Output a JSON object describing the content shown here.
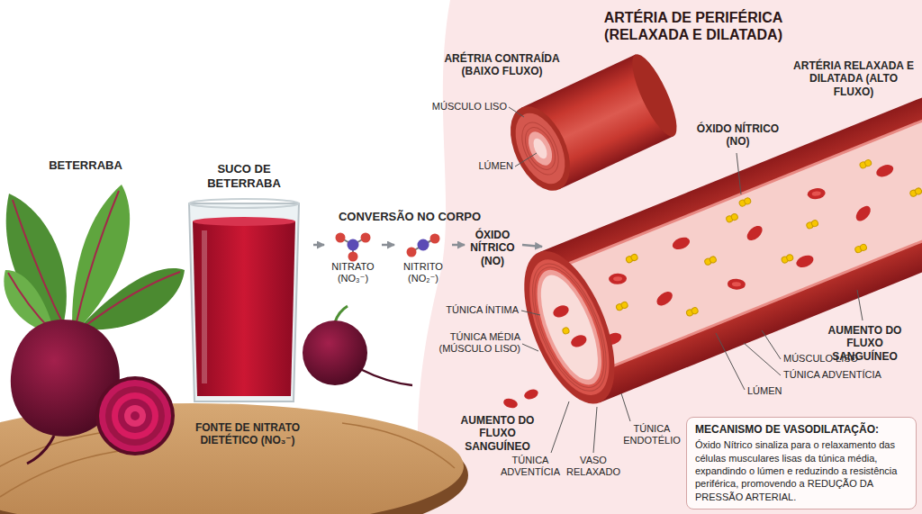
{
  "diagram": {
    "title": "ARTÉRIA DE PERIFÉRICA (RELAXADA E DILATADA)",
    "nodes": [
      {
        "text": [
          "SUCO DE BETERRABA"
        ]
      },
      {
        "text": [
          "NITRATO (NO₃⁻)"
        ]
      },
      {
        "text": [
          "NITRITO (NO₂⁻)"
        ]
      },
      {
        "text": [
          "ÓXIDO NÍTRICO (NO)"
        ]
      },
      {
        "text": [
          "MECANISMO DE VASODILATAÇÃO:",
          "Óxido Nítrico sinaliza para o relaxamento das células musculares lisas da túnica média, expandindo o lúmen e reduzindo a resistência periférica, promovendo a REDUÇÃO DA PRESSÃO ARTERIAL."
        ]
      }
    ],
    "edges": [
      {
        "from": 0,
        "to": 1,
        "arrow": "to"
      },
      {
        "from": 1,
        "to": 2,
        "arrow": "to"
      },
      {
        "from": 2,
        "to": 3,
        "arrow": "to"
      }
    ],
    "labels": [
      "BETERRABA",
      "CONVERSÃO NO CORPO",
      "FONTE DE NITRATO DIETÉTICO (NO₃⁻)",
      "ARÉTRIA CONTRAÍDA (BAIXO FLUXO)",
      "MÚSCULO LISO",
      "LÚMEN",
      "ARTÉRIA RELAXADA E DILATADA (ALTO FLUXO)",
      "ÓXIDO NÍTRICO (NO)",
      "AUMENTO DO FLUXO SANGUÍNEO",
      "MÚSCULO LISO",
      "TÚNICA ADVENTÍCIA",
      "LÚMEN",
      "TÚNICA ÍNTIMA",
      "TÚNICA MÉDIA (MÚSCULO LISO)",
      "AUMENTO DO FLUXO SANGUÍNEO",
      "TÚNICA ADVENTÍCIA",
      "VASO RELAXADO",
      "TÚNICA ENDOTÉLIO"
    ]
  }
}
